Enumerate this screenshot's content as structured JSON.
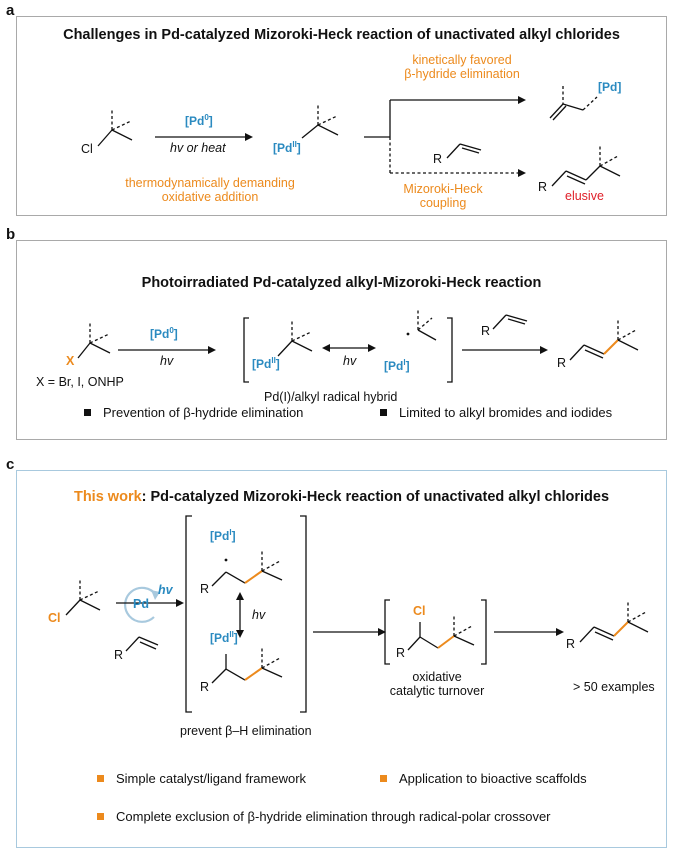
{
  "panel_a": {
    "letter": "a",
    "title": "Challenges in Pd-catalyzed Mizoroki-Heck reaction of unactivated alkyl chlorides",
    "cl": "Cl",
    "pd0": "[Pd",
    "pd0_sup": "0",
    "pd0_close": "]",
    "conditions": "hv or heat",
    "pd2": "[Pd",
    "pd2_sup": "II",
    "pd2_close": "]",
    "oxidative_note": "thermodynamically demanding\noxidative addition",
    "beta_note": "kinetically favored\nβ-hydride elimination",
    "pd_product": "[Pd]",
    "r_alkene": "R",
    "heck_note": "Mizoroki-Heck\ncoupling",
    "r_product": "R",
    "elusive": "elusive"
  },
  "panel_b": {
    "letter": "b",
    "title": "Photoirradiated Pd-catalyzed alkyl-Mizoroki-Heck reaction",
    "x_label": "X",
    "x_def": "X = Br, I, ONHP",
    "pd0": "[Pd",
    "pd0_sup": "0",
    "pd0_close": "]",
    "hv1": "hv",
    "pd2": "[Pd",
    "pd2_sup": "II",
    "pd2_close": "]",
    "hv2": "hv",
    "pd1": "[Pd",
    "pd1_sup": "I",
    "pd1_close": "]",
    "hybrid": "Pd(I)/alkyl radical hybrid",
    "r_alkene": "R",
    "r_product": "R",
    "bullets": [
      "Prevention of β-hydride elimination",
      "Limited to alkyl bromides and iodides"
    ]
  },
  "panel_c": {
    "letter": "c",
    "title_accent": "This work",
    "title_rest": ": Pd-catalyzed Mizoroki-Heck reaction of unactivated alkyl chlorides",
    "cl": "Cl",
    "pd_circle": "Pd",
    "hv_circle": "hv",
    "r_alkene": "R",
    "pd1": "[Pd",
    "pd1_sup": "I",
    "pd1_close": "]",
    "r_top": "R",
    "hv_mid": "hv",
    "pd2": "[Pd",
    "pd2_sup": "II",
    "pd2_close": "]",
    "r_bottom": "R",
    "prevent": "prevent β–H elimination",
    "cl_mid": "Cl",
    "r_mid": "R",
    "turnover": "oxidative\ncatalytic turnover",
    "r_product": "R",
    "examples": "> 50 examples",
    "bullets": [
      "Simple catalyst/ligand framework",
      "Application to bioactive scaffolds",
      "Complete exclusion of β-hydride elimination through radical-polar crossover"
    ]
  },
  "colors": {
    "accent_orange": "#ec8a1d",
    "pd_blue": "#2a8ac0",
    "elusive_red": "#e0202a"
  }
}
